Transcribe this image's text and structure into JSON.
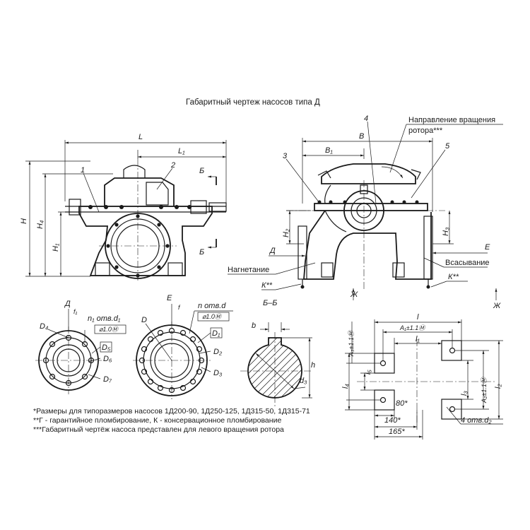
{
  "title": "Габаритный чертеж насосов типа Д",
  "front_view": {
    "dims": {
      "L": "L",
      "L1": "L₁",
      "H": "H",
      "H4": "H₄",
      "H1": "H₁"
    },
    "callouts": {
      "c1": "1",
      "c2": "2"
    },
    "section": {
      "top": "Б",
      "bottom": "Б"
    }
  },
  "side_view": {
    "dims": {
      "B": "B",
      "B1": "B₁",
      "H2": "H₂",
      "H3": "H₃"
    },
    "callouts": {
      "c3": "3",
      "c4": "4",
      "c5": "5"
    },
    "rotation_label_1": "Направление вращения",
    "rotation_label_2": "ротора***",
    "port_D": "Д",
    "port_E": "Е",
    "discharge": "Нагнетание",
    "suction": "Всасывание",
    "seal_left": "К**",
    "seal_right": "К**",
    "arrow_left": "Ж",
    "arrow_right": "Ж",
    "section_label": "Б–Б"
  },
  "flange_D": {
    "view": "Д",
    "f1": "f₁",
    "holes": "n₁ отв.d₁",
    "tol": "⌀1.0Ⓜ",
    "D4": "D₄",
    "D5": "D₅",
    "D6": "D₆",
    "D7": "D₇"
  },
  "flange_E": {
    "view": "Е",
    "f": "f",
    "holes": "n отв.d",
    "tol": "⌀1.0Ⓜ",
    "D": "D",
    "D1": "D₁",
    "D2": "D₂",
    "D3": "D₃"
  },
  "shaft_section": {
    "b": "b",
    "h": "h",
    "d3": "d₃"
  },
  "foot_plan": {
    "l": "l",
    "A1": "A₁±1.1Ⓜ",
    "l1": "l₁",
    "A3": "A₃±1.1Ⓜ",
    "A2": "A₂±1.1Ⓜ",
    "l4": "l₄",
    "l5": "l₅",
    "l3": "l₃",
    "l2": "l₂",
    "d80": "80*",
    "d140": "140*",
    "d165": "165*",
    "holes": "4 отв.d₂"
  },
  "notes": [
    "*Размеры для типоразмеров насосов 1Д200-90, 1Д250-125, 1Д315-50, 1Д315-71",
    "**Г - гарантийное пломбирование, К - консервационное пломбирование",
    "***Габаритный чертёж насоса представлен для левого вращения ротора"
  ]
}
